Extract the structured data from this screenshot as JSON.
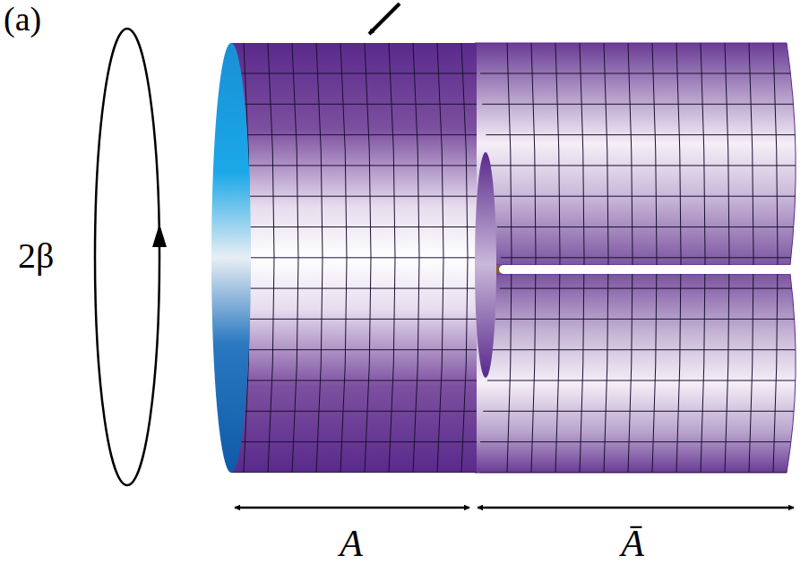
{
  "diagram": {
    "labels": [
      "(a)",
      "2β",
      "A",
      "Ā"
    ]
  }
}
